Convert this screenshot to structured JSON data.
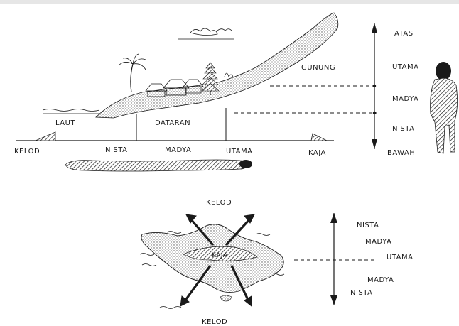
{
  "top_diagram": {
    "region_labels": {
      "laut": "LAUT",
      "dataran": "DATARAN",
      "gunung": "GUNUNG"
    },
    "axis_labels": {
      "kelod": "KELOD",
      "nista": "NISTA",
      "madya": "MADYA",
      "utama": "UTAMA",
      "kaja": "KAJA"
    },
    "vertical_scale": {
      "atas": "ATAS",
      "utama": "UTAMA",
      "madya": "MADYA",
      "nista": "NISTA",
      "bawah": "BAWAH"
    }
  },
  "bottom_diagram": {
    "kelod_top": "KELOD",
    "kelod_bottom": "KELOD",
    "center": "KAJA",
    "scale": {
      "nista_top": "NISTA",
      "madya_top": "MADYA",
      "utama": "UTAMA",
      "madya_bottom": "MADYA",
      "nista_bottom": "NISTA"
    }
  },
  "colors": {
    "ink": "#1a1a1a",
    "stipple": "#555555",
    "background": "#ffffff"
  }
}
